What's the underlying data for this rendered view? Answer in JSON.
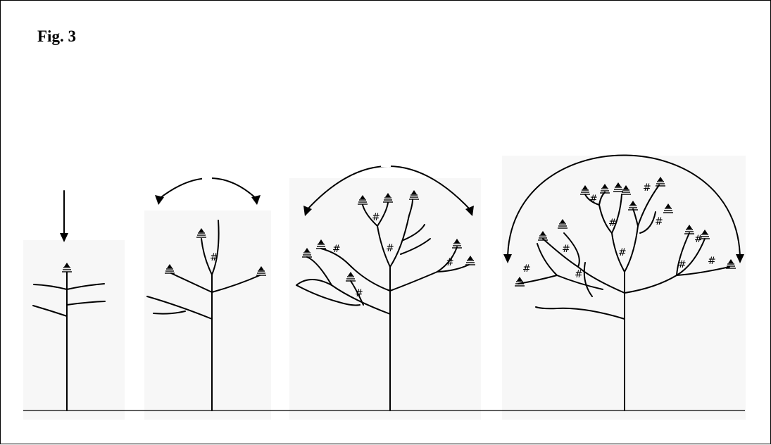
{
  "figure": {
    "title": "Fig. 3",
    "marker": "#",
    "colors": {
      "ink": "#000000",
      "background": "#ffffff",
      "panel": "#f7f7f7"
    },
    "stages": [
      {
        "name": "stage-1",
        "hash_marks": 0
      },
      {
        "name": "stage-2",
        "hash_marks": 1
      },
      {
        "name": "stage-3",
        "hash_marks": 5
      },
      {
        "name": "stage-4",
        "hash_marks": 11
      }
    ]
  }
}
